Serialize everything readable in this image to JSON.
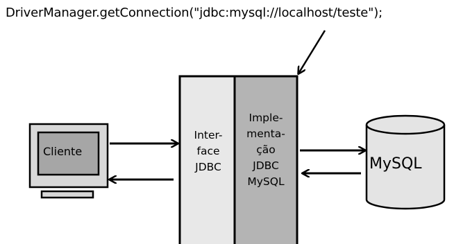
{
  "code_text": "DriverManager.getConnection(\"jdbc:mysql://localhost/teste\");",
  "client": {
    "label": "Cliente"
  },
  "interface": {
    "label": "Inter-\nface\nJDBC"
  },
  "implementation": {
    "label": "Imple-\nmenta-\nção\nJDBC\nMySQL"
  },
  "database": {
    "label": "MySQL"
  },
  "colors": {
    "interface_fill": "#e8e8e8",
    "implementation_fill": "#b4b4b4",
    "database_fill": "#e4e4e4",
    "monitor_frame": "#d8d8d8",
    "monitor_screen": "#a6a6a6",
    "stroke": "#000000"
  }
}
